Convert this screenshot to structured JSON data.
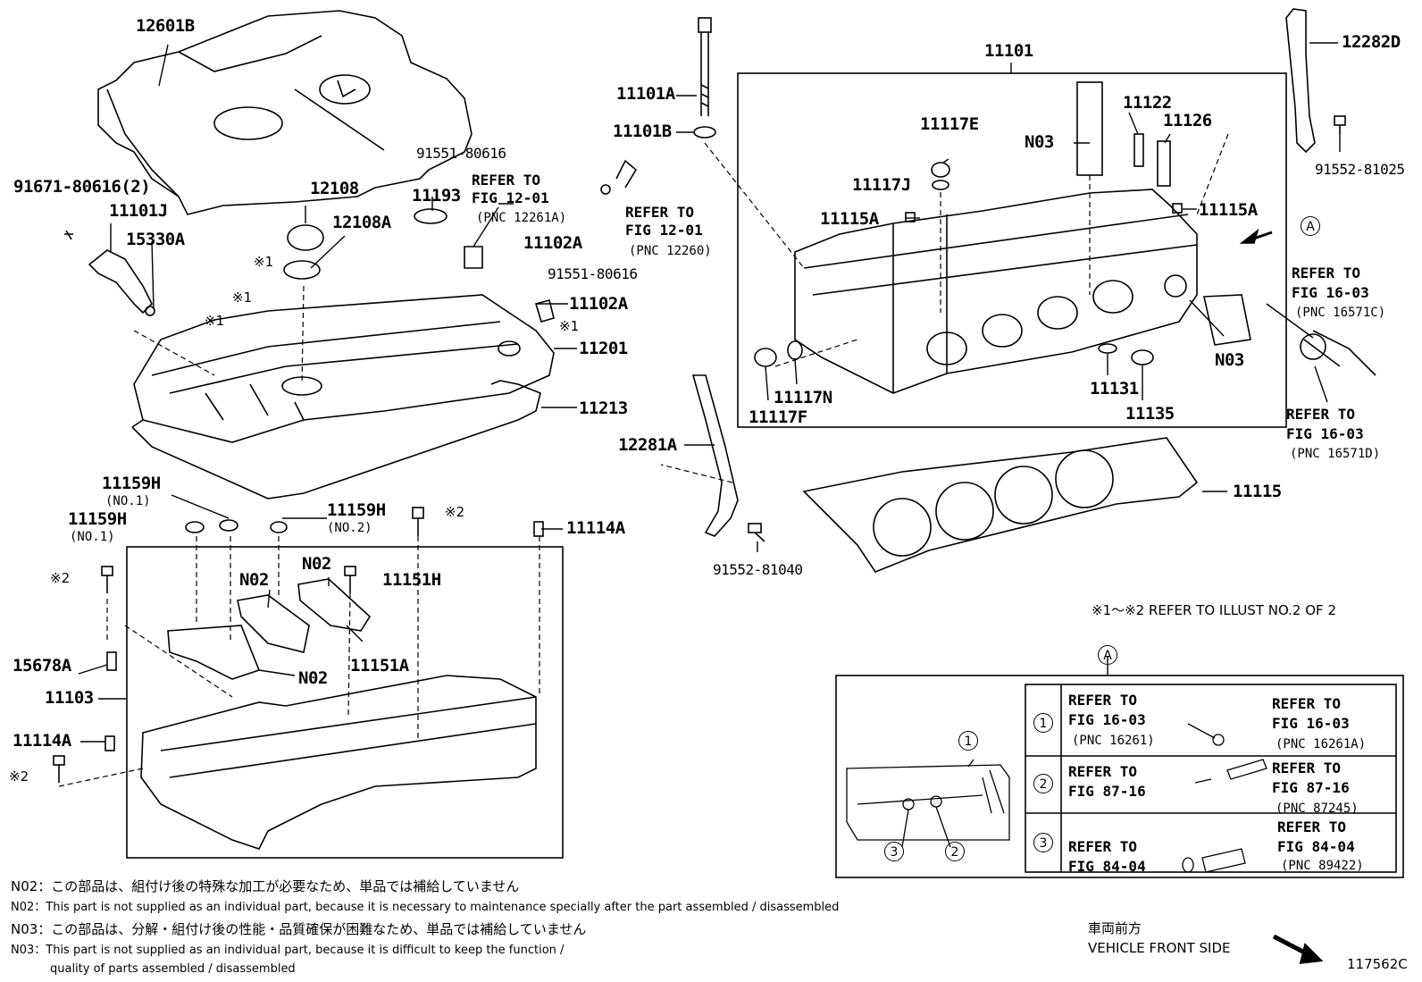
{
  "figure_id": "117562C",
  "part_numbers": {
    "cover": "12601B",
    "bolt_91671": "91671-80616(2)",
    "p11101J": "11101J",
    "p15330A": "15330A",
    "p12108": "12108",
    "p12108A": "12108A",
    "p91551_a": "91551-80616",
    "p91551_b": "91551-80616",
    "p11193": "11193",
    "p11102A_a": "11102A",
    "p11102A_b": "11102A",
    "p11201": "11201",
    "p11213": "11213",
    "p11101A": "11101A",
    "p11101B": "11101B",
    "p11101": "11101",
    "p12282D": "12282D",
    "p91552_81025": "91552-81025",
    "p11117E": "11117E",
    "pN03_a": "N03",
    "p11122": "11122",
    "p11126": "11126",
    "p11117J": "11117J",
    "p11115A_a": "11115A",
    "p11115A_b": "11115A",
    "pN03_b": "N03",
    "p11117N": "11117N",
    "p11117F": "11117F",
    "p11131": "11131",
    "p11135": "11135",
    "p12281A": "12281A",
    "p11115": "11115",
    "p91552_81040": "91552-81040",
    "p11159H_a": "11159H",
    "p11159H_b": "11159H",
    "p11159H_c": "11159H",
    "no1_a": "(NO.1)",
    "no1_b": "(NO.1)",
    "no2": "(NO.2)",
    "p11114A_a": "11114A",
    "p11114A_b": "11114A",
    "pN02_a": "N02",
    "pN02_b": "N02",
    "pN02_c": "N02",
    "p11151H": "11151H",
    "p11151A": "11151A",
    "p15678A": "15678A",
    "p11103": "11103"
  },
  "marks": {
    "m1a": "※1",
    "m1b": "※1",
    "m1c": "※1",
    "m1d": "※1",
    "m2a": "※2",
    "m2b": "※2",
    "m2c": "※2"
  },
  "refs": {
    "ref1_l1": "REFER TO",
    "ref1_l2": "FIG 12-01",
    "ref1_pnc": "(PNC 12261A)",
    "ref2_l1": "REFER TO",
    "ref2_l2": "FIG 12-01",
    "ref2_pnc": "(PNC 12260)",
    "ref3_l1": "REFER TO",
    "ref3_l2": "FIG 16-03",
    "ref3_pnc": "(PNC 16571C)",
    "ref4_l1": "REFER TO",
    "ref4_l2": "FIG 16-03",
    "ref4_pnc": "(PNC 16571D)"
  },
  "callout_a": "A",
  "illust_note": "※1～※2  REFER TO ILLUST NO.2 OF 2",
  "detail_a": {
    "title": "A",
    "rows": [
      {
        "num": "1",
        "left_l1": "REFER TO",
        "left_l2": "FIG 16-03",
        "left_pnc": "(PNC 16261)",
        "right_l1": "REFER TO",
        "right_l2": "FIG 16-03",
        "right_pnc": "(PNC 16261A)"
      },
      {
        "num": "2",
        "left_l1": "REFER TO",
        "left_l2": "FIG 87-16",
        "left_pnc": "",
        "right_l1": "REFER TO",
        "right_l2": "FIG 87-16",
        "right_pnc": "(PNC 87245)"
      },
      {
        "num": "3",
        "left_l1": "REFER TO",
        "left_l2": "FIG 84-04",
        "left_pnc": "",
        "right_l1": "REFER TO",
        "right_l2": "FIG 84-04",
        "right_pnc": "(PNC 89422)"
      }
    ],
    "sub_nums": [
      "1",
      "2",
      "3"
    ]
  },
  "notes": [
    "N02：この部品は、組付け後の特殊な加工が必要なため、単品では補給していません",
    "N02：This part is not supplied as an individual part, because it is necessary to maintenance specially after the part assembled / disassembled",
    "N03：この部品は、分解・組付け後の性能・品質確保が困難なため、単品では補給していません",
    "N03：This part is not supplied as an individual part, because it is difficult to keep the function /",
    "quality of parts  assembled / disassembled"
  ],
  "vehicle_front_jp": "車両前方",
  "vehicle_front_en": "VEHICLE FRONT SIDE"
}
